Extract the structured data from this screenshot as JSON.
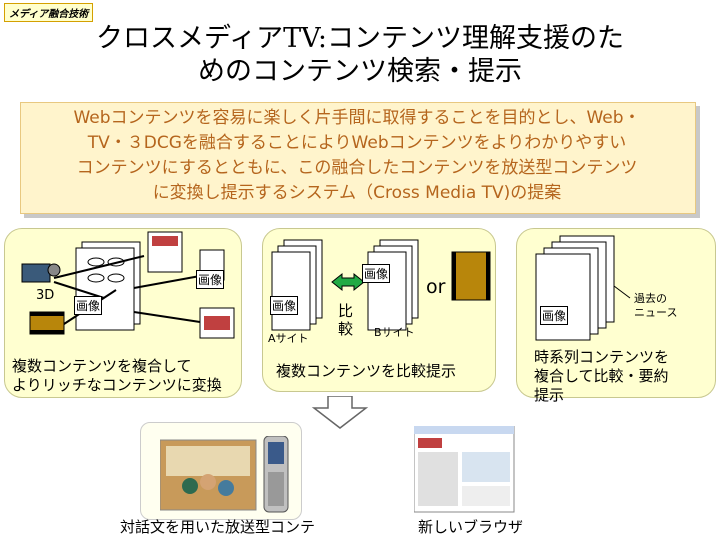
{
  "tag": "メディア融合技術",
  "title": {
    "line1": "クロスメディアTV:コンテンツ理解支援のた",
    "line2": "めのコンテンツ検索・提示"
  },
  "summary": {
    "lines": [
      "Webコンテンツを容易に楽しく片手間に取得することを目的とし、Web・",
      "TV・３DCGを融合することによりWebコンテンツをよりわかりやすい",
      "コンテンツにするとともに、この融合したコンテンツを放送型コンテンツ",
      "に変換し提示するシステム（Cross Media TV)の提案"
    ]
  },
  "panel1": {
    "label_3d": "3D",
    "label_image1": "画像",
    "label_image2": "画像",
    "caption": [
      "複数コンテンツを複合して",
      "よりリッチなコンテンツに変換"
    ]
  },
  "panel2": {
    "label_image_a": "画像",
    "label_image_b": "画像",
    "site_a": "Aサイト",
    "site_b": "Bサイト",
    "compare": [
      "比",
      "較"
    ],
    "or": "or",
    "caption": "複数コンテンツを比較提示"
  },
  "panel3": {
    "label_image": "画像",
    "past_news": [
      "過去の",
      "ニュース"
    ],
    "caption": [
      "時系列コンテンツを",
      "複合して比較・要約",
      "提示"
    ]
  },
  "bottom": {
    "left_caption": "対話文を用いた放送型コンテ",
    "right_caption": "新しいブラウザ"
  }
}
